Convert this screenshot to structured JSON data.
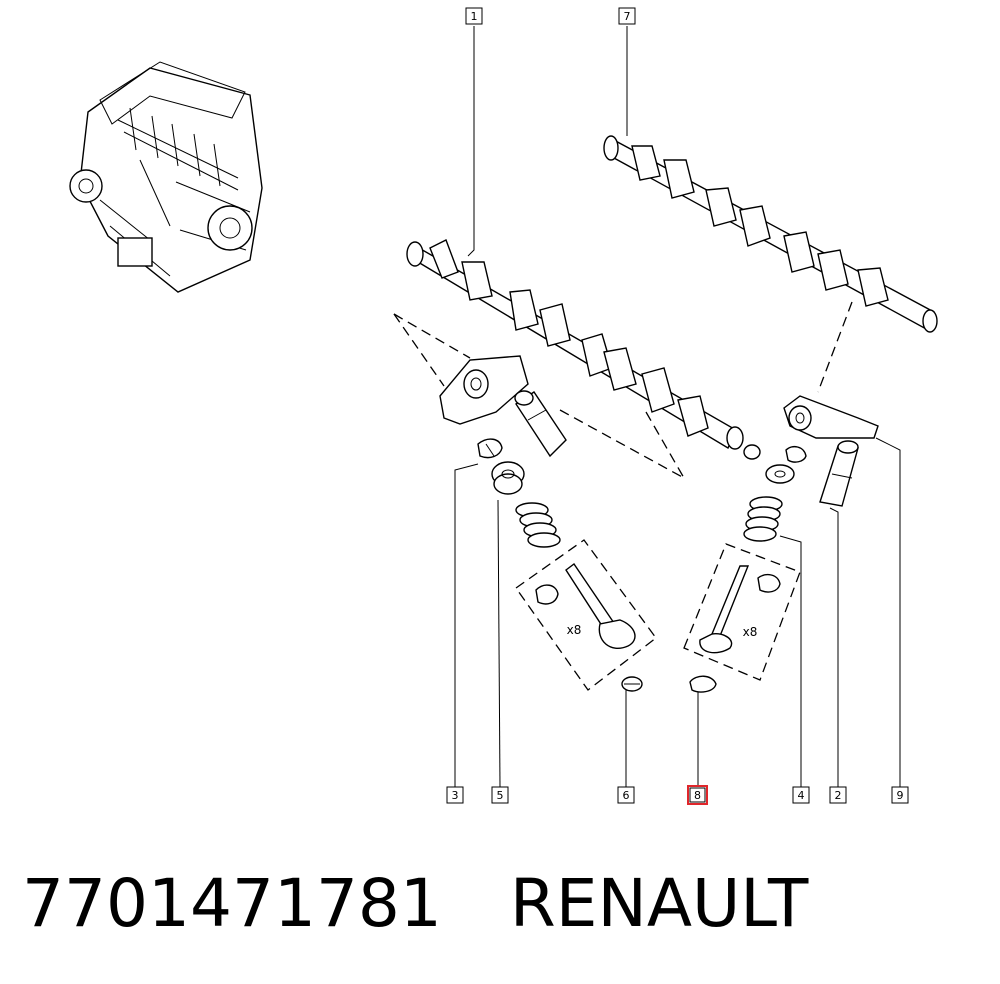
{
  "callouts": [
    "1",
    "7",
    "3",
    "5",
    "6",
    "8",
    "4",
    "2",
    "9"
  ],
  "highlighted_callout": "8",
  "quantity_labels": [
    "x8",
    "x8"
  ],
  "caption": {
    "part_number": "7701471781",
    "brand": "RENAULT"
  },
  "colors": {
    "highlight": "#e0262b",
    "line": "#000000",
    "background": "#ffffff"
  }
}
